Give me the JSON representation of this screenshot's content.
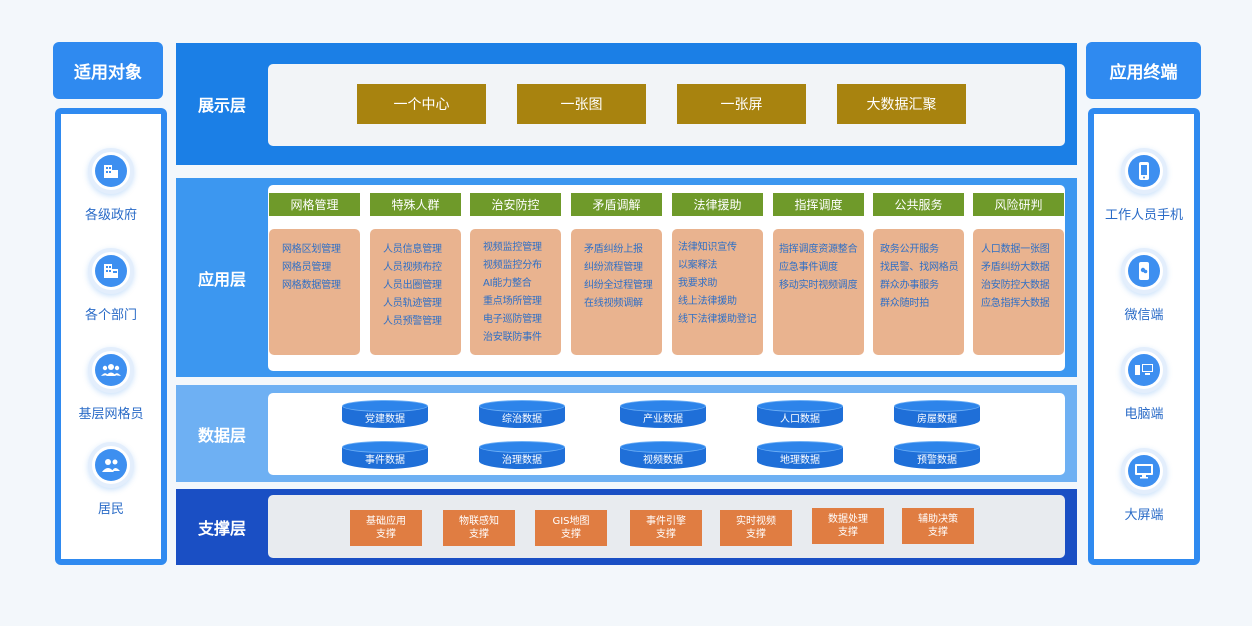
{
  "left": {
    "title": "适用对象",
    "items": [
      {
        "label": "各级政府",
        "icon": "building-icon"
      },
      {
        "label": "各个部门",
        "icon": "office-icon"
      },
      {
        "label": "基层网格员",
        "icon": "group-icon"
      },
      {
        "label": "居民",
        "icon": "people-icon"
      }
    ]
  },
  "right": {
    "title": "应用终端",
    "items": [
      {
        "label": "工作人员手机",
        "icon": "phone-icon"
      },
      {
        "label": "微信端",
        "icon": "wechat-phone-icon"
      },
      {
        "label": "电脑端",
        "icon": "computer-icon"
      },
      {
        "label": "大屏端",
        "icon": "monitor-icon"
      }
    ]
  },
  "display_layer": {
    "label": "展示层",
    "boxes": [
      "一个中心",
      "一张图",
      "一张屏",
      "大数据汇聚"
    ]
  },
  "app_layer": {
    "label": "应用层",
    "columns": [
      {
        "title": "网格管理",
        "items": [
          "网格区划管理",
          "网格员管理",
          "网格数据管理"
        ]
      },
      {
        "title": "特殊人群",
        "items": [
          "人员信息管理",
          "人员视频布控",
          "人员出圈管理",
          "人员轨迹管理",
          "人员预警管理"
        ]
      },
      {
        "title": "治安防控",
        "items": [
          "视频监控管理",
          "视频监控分布",
          "AI能力整合",
          "重点场所管理",
          "电子巡防管理",
          "治安联防事件"
        ]
      },
      {
        "title": "矛盾调解",
        "items": [
          "矛盾纠纷上报",
          "纠纷流程管理",
          "纠纷全过程管理",
          "在线视频调解"
        ]
      },
      {
        "title": "法律援助",
        "items": [
          "法律知识宣传",
          "以案释法",
          "我要求助",
          "线上法律援助",
          "线下法律援助登记"
        ]
      },
      {
        "title": "指挥调度",
        "items": [
          "指挥调度资源整合",
          "应急事件调度",
          "移动实时视频调度"
        ]
      },
      {
        "title": "公共服务",
        "items": [
          "政务公开服务",
          "找民警、找网格员",
          "群众办事服务",
          "群众随时拍"
        ]
      },
      {
        "title": "风险研判",
        "items": [
          "人口数据一张图",
          "矛盾纠纷大数据",
          "治安防控大数据",
          "应急指挥大数据"
        ]
      }
    ]
  },
  "data_layer": {
    "label": "数据层",
    "row1": [
      "党建数据",
      "综治数据",
      "产业数据",
      "人口数据",
      "房屋数据"
    ],
    "row2": [
      "事件数据",
      "治理数据",
      "视频数据",
      "地理数据",
      "预警数据"
    ]
  },
  "support_layer": {
    "label": "支撑层",
    "boxes": [
      {
        "l1": "基础应用",
        "l2": "支撑"
      },
      {
        "l1": "物联感知",
        "l2": "支撑"
      },
      {
        "l1": "GIS地图",
        "l2": "支撑"
      },
      {
        "l1": "事件引擎",
        "l2": "支撑"
      },
      {
        "l1": "实时视频",
        "l2": "支撑"
      },
      {
        "l1": "数据处理",
        "l2": "支撑"
      },
      {
        "l1": "辅助决策",
        "l2": "支撑"
      }
    ]
  },
  "colors": {
    "primary_blue": "#2f8af0",
    "dark_blue": "#1a4fc4",
    "gold": "#a8830f",
    "green": "#6f9a2a",
    "salmon": "#e9b38f",
    "orange": "#e07d42"
  }
}
